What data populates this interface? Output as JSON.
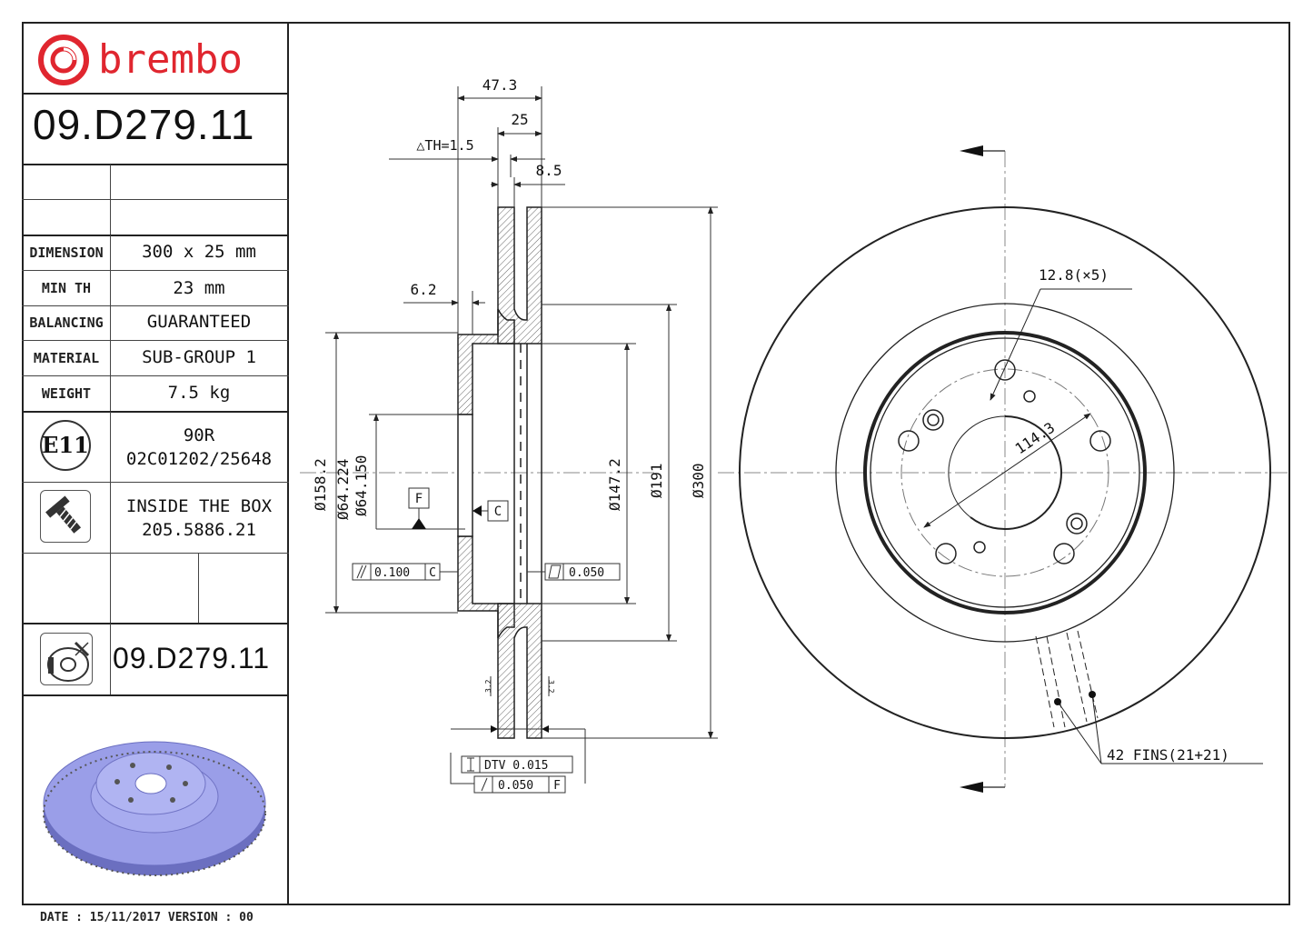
{
  "brand": {
    "name": "brembo"
  },
  "part_number": "09.D279.11",
  "specs": [
    {
      "label": "DIMENSION",
      "value": "300 x 25 mm"
    },
    {
      "label": "MIN TH",
      "value": "23 mm"
    },
    {
      "label": "BALANCING",
      "value": "GUARANTEED"
    },
    {
      "label": "MATERIAL",
      "value": "SUB-GROUP 1"
    },
    {
      "label": "WEIGHT",
      "value": "7.5 kg"
    }
  ],
  "approval": {
    "mark": "E11",
    "line1": "90R",
    "line2": "02C01202/25648"
  },
  "kit": {
    "line1": "INSIDE THE BOX",
    "line2": "205.5886.21"
  },
  "footer": {
    "text": "DATE : 15/11/2017 VERSION : 00"
  },
  "dimensions": {
    "width_total": "47.3",
    "thickness": "25",
    "th_delta": "△TH=1.5",
    "offset": "8.5",
    "hat_wall": "6.2",
    "d_158": "Ø158.2",
    "d_64_224": "Ø64.224",
    "d_64_150": "Ø64.150",
    "d_147": "Ø147.2",
    "d_191": "Ø191",
    "d_300": "Ø300",
    "hole_diameter": "12.8(×5)",
    "pcd": "114.3",
    "fins": "42 FINS(21+21)",
    "runout_c": "0.100",
    "flatness": "0.050",
    "dtv": "DTV 0.015",
    "runout_f": "0.050",
    "datum_f": "F",
    "datum_c": "C",
    "small_a": "3.2",
    "small_b": "3.2"
  },
  "colors": {
    "brand_red": "#e0262f",
    "disc_blue": "#9a9ee8"
  }
}
